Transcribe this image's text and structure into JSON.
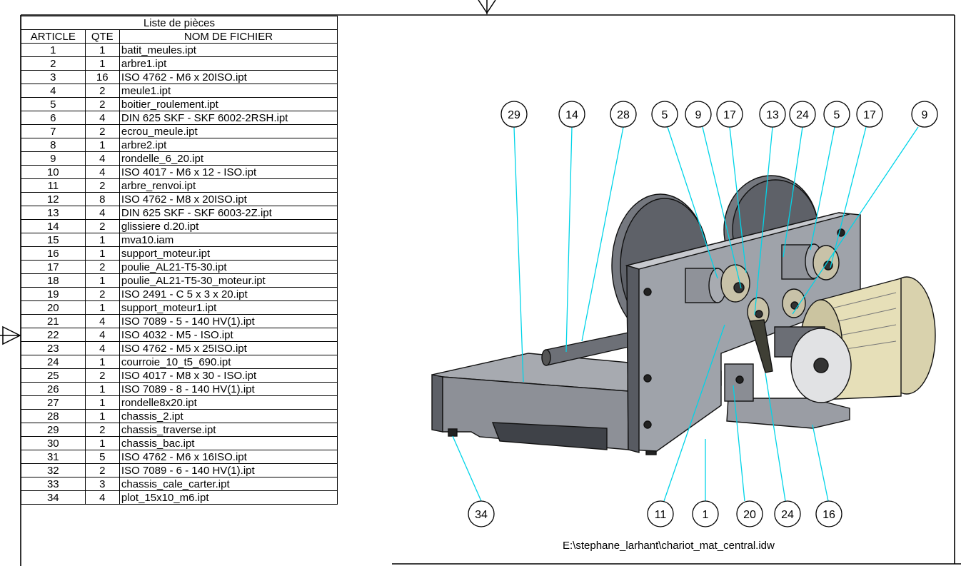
{
  "parts_list": {
    "title": "Liste de pièces",
    "headers": [
      "ARTICLE",
      "QTE",
      "NOM DE FICHIER"
    ],
    "rows": [
      [
        "1",
        "1",
        "batit_meules.ipt"
      ],
      [
        "2",
        "1",
        "arbre1.ipt"
      ],
      [
        "3",
        "16",
        "ISO 4762 - M6 x 20ISO.ipt"
      ],
      [
        "4",
        "2",
        "meule1.ipt"
      ],
      [
        "5",
        "2",
        "boitier_roulement.ipt"
      ],
      [
        "6",
        "4",
        "DIN 625 SKF - SKF 6002-2RSH.ipt"
      ],
      [
        "7",
        "2",
        "ecrou_meule.ipt"
      ],
      [
        "8",
        "1",
        "arbre2.ipt"
      ],
      [
        "9",
        "4",
        "rondelle_6_20.ipt"
      ],
      [
        "10",
        "4",
        "ISO 4017 - M6 x 12 - ISO.ipt"
      ],
      [
        "11",
        "2",
        "arbre_renvoi.ipt"
      ],
      [
        "12",
        "8",
        "ISO 4762 - M8 x 20ISO.ipt"
      ],
      [
        "13",
        "4",
        "DIN 625 SKF - SKF 6003-2Z.ipt"
      ],
      [
        "14",
        "2",
        "glissiere d.20.ipt"
      ],
      [
        "15",
        "1",
        "mva10.iam"
      ],
      [
        "16",
        "1",
        "support_moteur.ipt"
      ],
      [
        "17",
        "2",
        "poulie_AL21-T5-30.ipt"
      ],
      [
        "18",
        "1",
        "poulie_AL21-T5-30_moteur.ipt"
      ],
      [
        "19",
        "2",
        "ISO 2491 - C  5 x 3 x 20.ipt"
      ],
      [
        "20",
        "1",
        "support_moteur1.ipt"
      ],
      [
        "21",
        "4",
        "ISO 7089 - 5 - 140 HV(1).ipt"
      ],
      [
        "22",
        "4",
        "ISO 4032 - M5 - ISO.ipt"
      ],
      [
        "23",
        "4",
        "ISO 4762 - M5 x 25ISO.ipt"
      ],
      [
        "24",
        "1",
        "courroie_10_t5_690.ipt"
      ],
      [
        "25",
        "2",
        "ISO 4017 - M8 x 30 - ISO.ipt"
      ],
      [
        "26",
        "1",
        "ISO 7089 - 8 - 140 HV(1).ipt"
      ],
      [
        "27",
        "1",
        "rondelle8x20.ipt"
      ],
      [
        "28",
        "1",
        "chassis_2.ipt"
      ],
      [
        "29",
        "2",
        "chassis_traverse.ipt"
      ],
      [
        "30",
        "1",
        "chassis_bac.ipt"
      ],
      [
        "31",
        "5",
        "ISO 4762 - M6 x 16ISO.ipt"
      ],
      [
        "32",
        "2",
        "ISO 7089 - 6 - 140 HV(1).ipt"
      ],
      [
        "33",
        "3",
        "chassis_cale_carter.ipt"
      ],
      [
        "34",
        "4",
        "plot_15x10_m6.ipt"
      ]
    ]
  },
  "balloons_top": [
    "29",
    "14",
    "28",
    "5",
    "9",
    "17",
    "13",
    "24",
    "5",
    "17",
    "9"
  ],
  "balloons_bottom": [
    "34",
    "11",
    "1",
    "20",
    "24",
    "16"
  ],
  "file_path": "E:\\stephane_larhant\\chariot_mat_central.idw",
  "colors": {
    "leader": "#00d4e8",
    "frame": "#000000",
    "metal_dark": "#6f737a",
    "metal_light": "#b9bcc2",
    "motor": "#e6dfb8"
  }
}
